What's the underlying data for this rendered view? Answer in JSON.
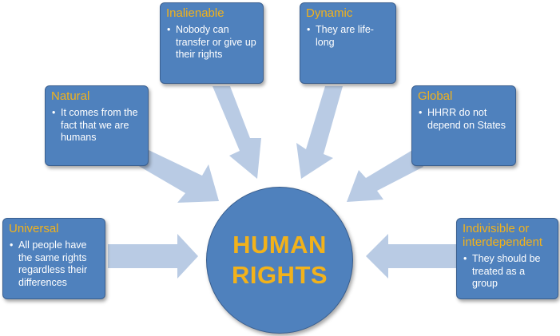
{
  "colors": {
    "box_fill": "#4f81bd",
    "title_text": "#f2b21b",
    "body_text": "#ffffff",
    "arrow_fill": "#b9cbe4"
  },
  "center": {
    "line1": "HUMAN",
    "line2": "RIGHTS"
  },
  "boxes": [
    {
      "title": "Inalienable",
      "bullets": [
        "Nobody can transfer or give up their rights"
      ]
    },
    {
      "title": "Dynamic",
      "bullets": [
        "They are life-long"
      ]
    },
    {
      "title": "Natural",
      "bullets": [
        "It comes from the fact that we are humans"
      ]
    },
    {
      "title": "Global",
      "bullets": [
        "HHRR do not depend on States"
      ]
    },
    {
      "title": "Universal",
      "bullets": [
        "All people have the same rights regardless their differences"
      ]
    },
    {
      "title": "Indivisible or interdependent",
      "bullets": [
        "They should be treated as a group"
      ]
    }
  ]
}
